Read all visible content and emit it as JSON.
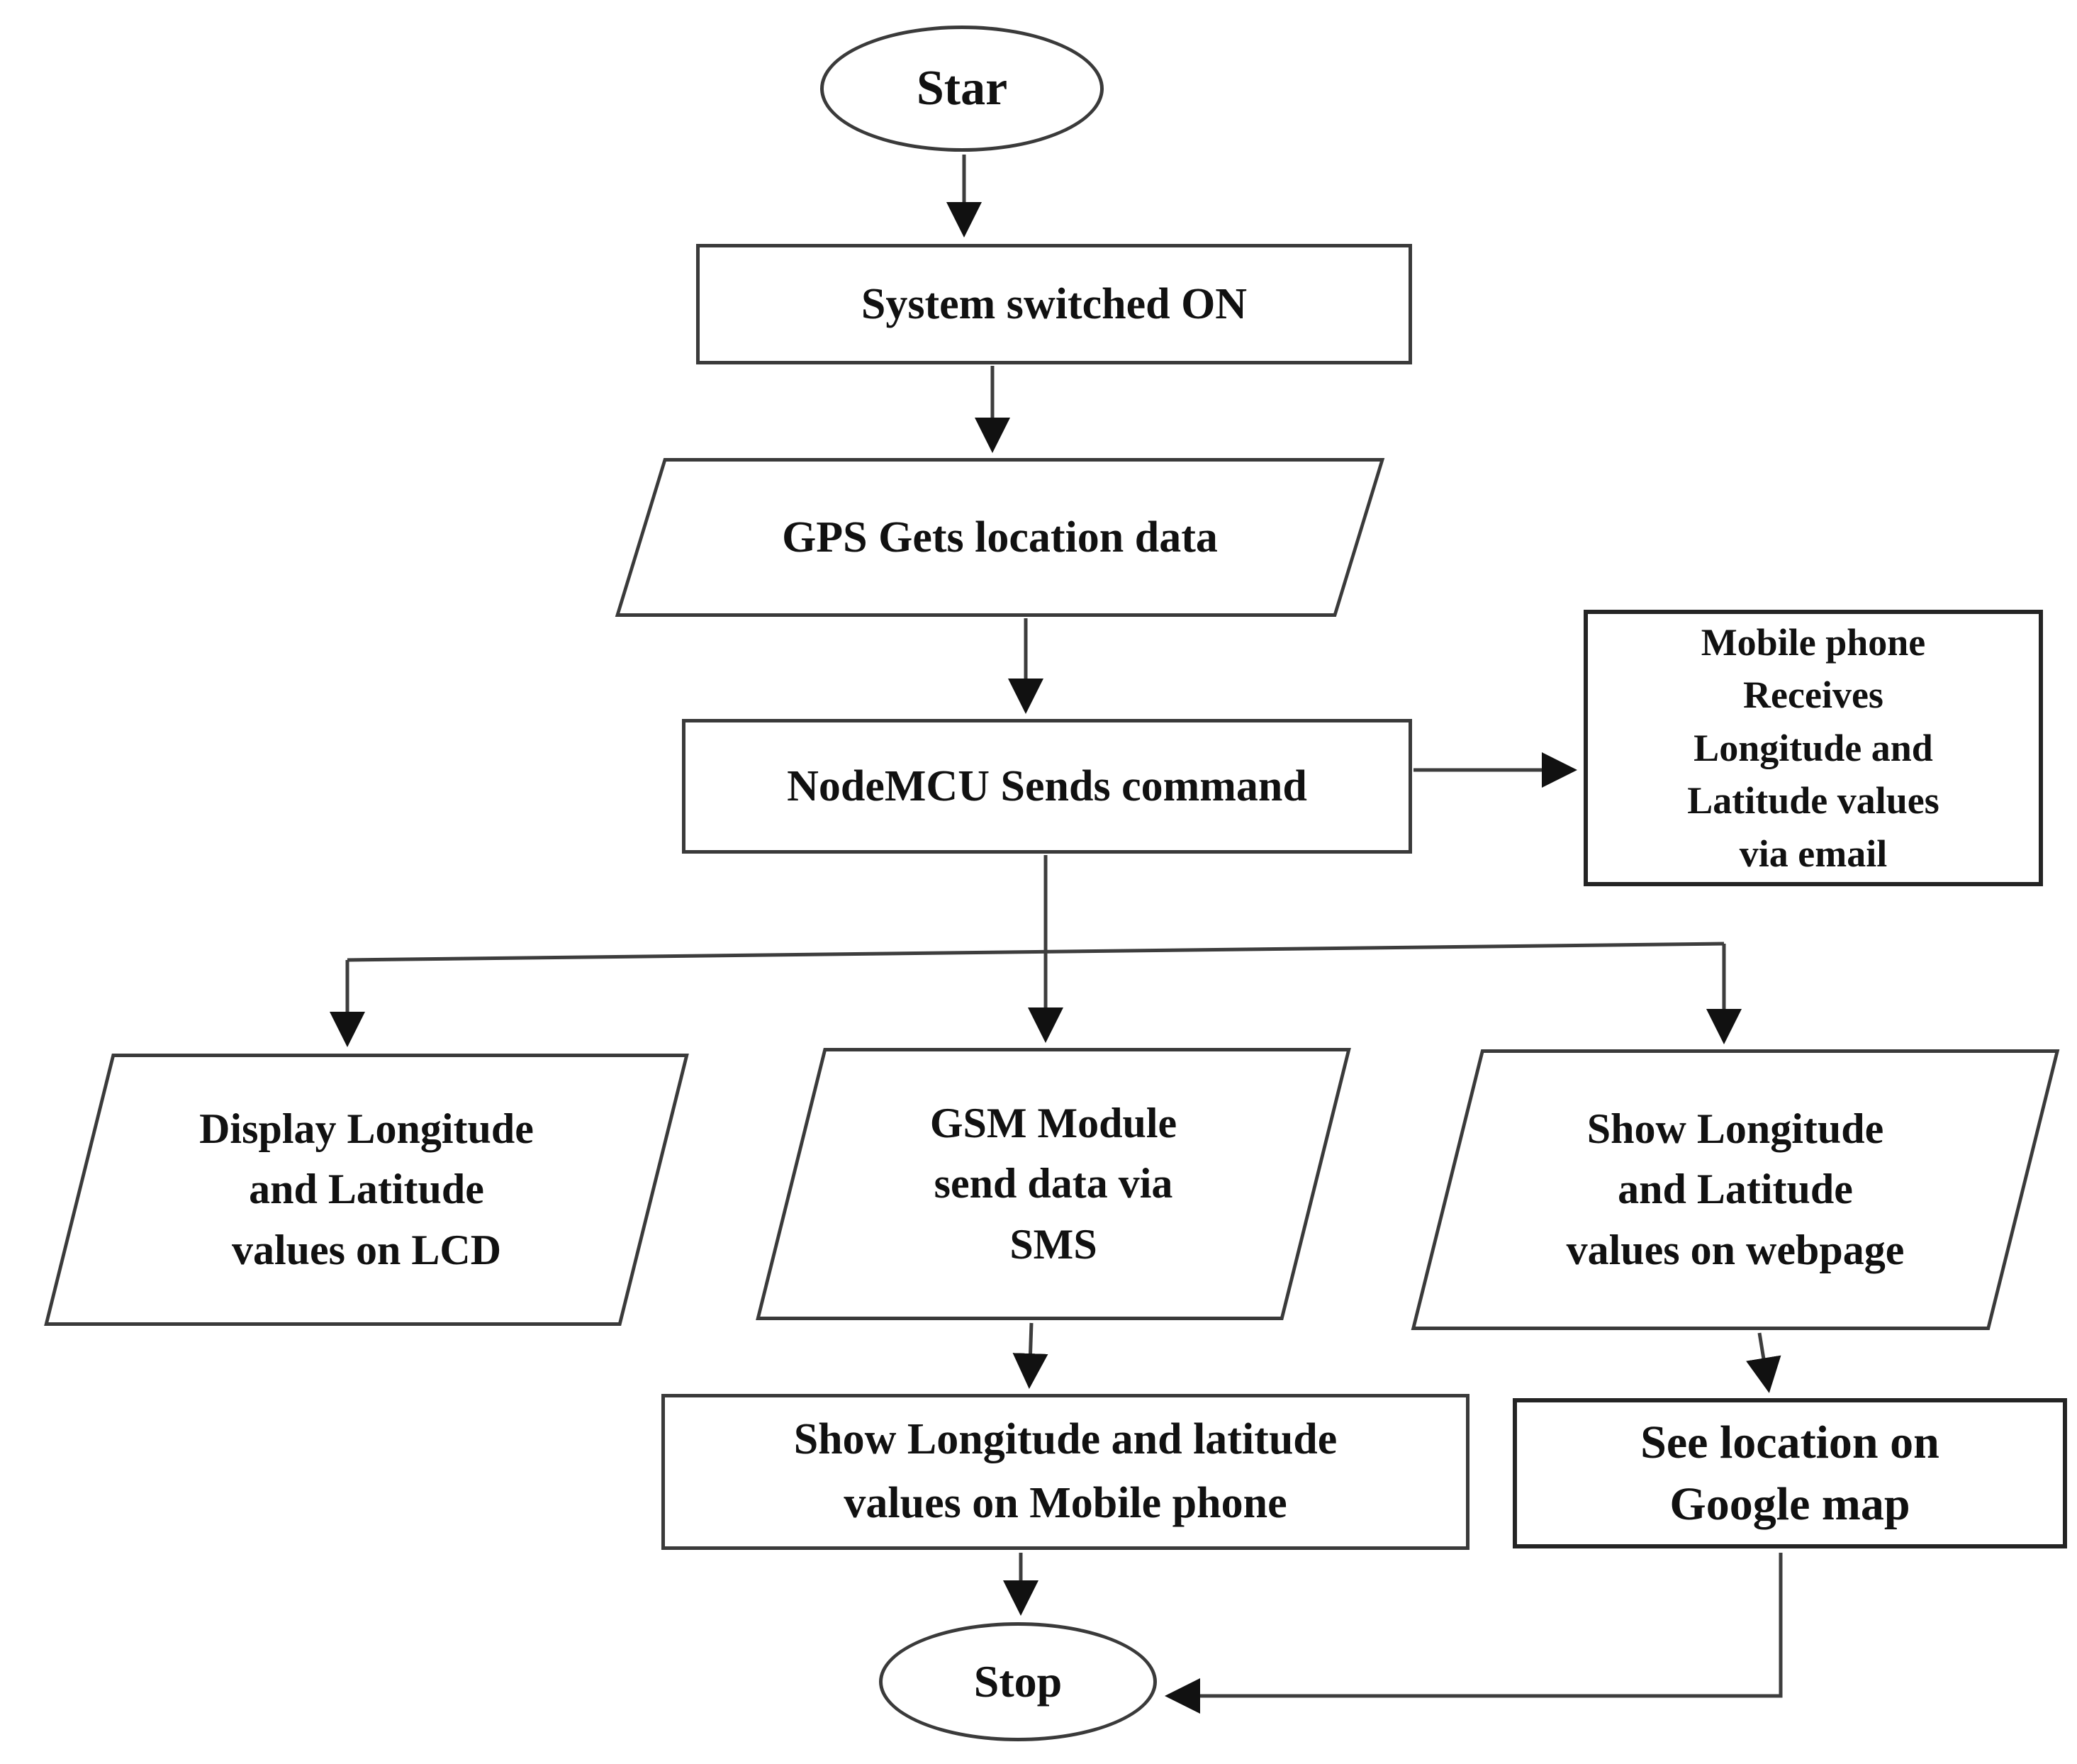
{
  "figure": {
    "type": "flowchart",
    "background": "#ffffff",
    "line_color": "#3d3d3d",
    "arrow_color": "#111111",
    "text_color": "#111111",
    "nodes": {
      "start": {
        "shape": "oval",
        "label": "Star"
      },
      "system": {
        "shape": "rectangle",
        "label": "System switched ON"
      },
      "gps": {
        "shape": "parallelogram",
        "label": "GPS Gets location data"
      },
      "nodemcu": {
        "shape": "rectangle",
        "label": "NodeMCU Sends command"
      },
      "email": {
        "shape": "rectangle",
        "label": "Mobile phone\nReceives\nLongitude and\nLatitude values\nvia email"
      },
      "lcd": {
        "shape": "parallelogram",
        "label": "Display Longitude\nand Latitude\nvalues on LCD"
      },
      "gsm": {
        "shape": "parallelogram",
        "label": "GSM Module\nsend data via\nSMS"
      },
      "webpage": {
        "shape": "parallelogram",
        "label": "Show Longitude\nand Latitude\nvalues on webpage"
      },
      "sms": {
        "shape": "rectangle",
        "label": "Show Longitude and latitude\nvalues on Mobile phone"
      },
      "map": {
        "shape": "rectangle",
        "label": "See location on\nGoogle map"
      },
      "stop": {
        "shape": "oval",
        "label": "Stop"
      }
    },
    "edges": [
      "start -> system",
      "system -> gps",
      "gps -> nodemcu",
      "nodemcu -> email",
      "nodemcu -> lcd",
      "nodemcu -> gsm",
      "nodemcu -> webpage",
      "gsm -> sms",
      "webpage -> map",
      "sms -> stop",
      "map -> stop"
    ]
  }
}
